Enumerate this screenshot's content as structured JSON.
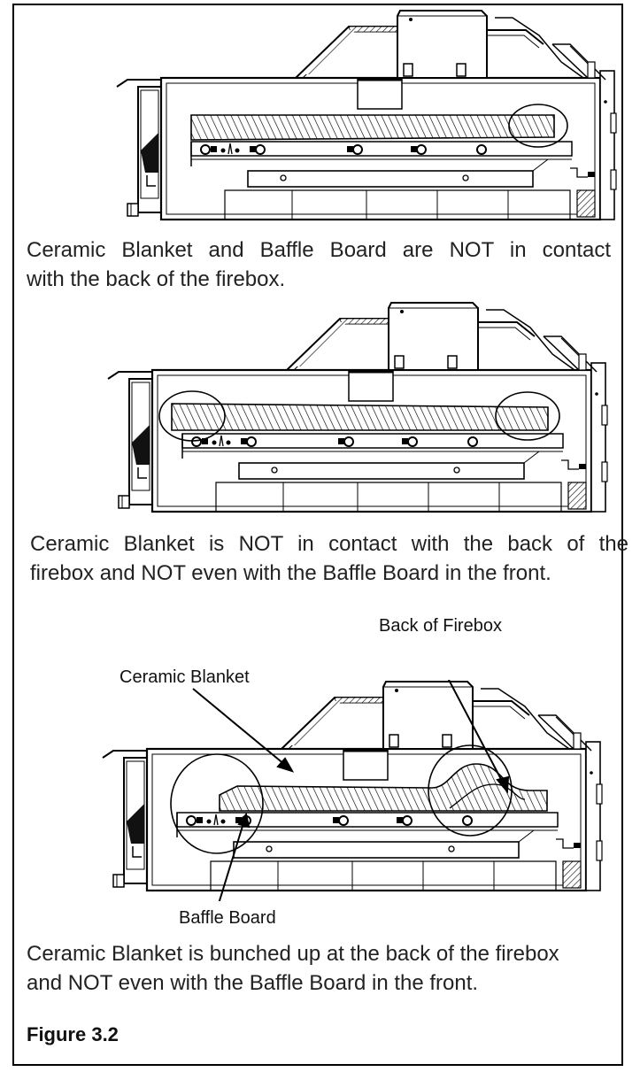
{
  "figure_label": "Figure 3.2",
  "panels": [
    {
      "caption_line1": "Ceramic Blanket and Baffle Board are NOT in contact",
      "caption_line2": "with the back of the firebox."
    },
    {
      "caption_line1": "Ceramic Blanket is NOT in contact with the back of the",
      "caption_line2": "firebox and NOT even with the Baffle Board in the front."
    },
    {
      "caption_line1": "Ceramic Blanket is bunched up at the back of the firebox",
      "caption_line2": "and NOT even with the Baffle Board in the front.",
      "callouts": {
        "back_of_firebox": "Back of Firebox",
        "ceramic_blanket": "Ceramic Blanket",
        "baffle_board": "Baffle Board"
      }
    }
  ]
}
